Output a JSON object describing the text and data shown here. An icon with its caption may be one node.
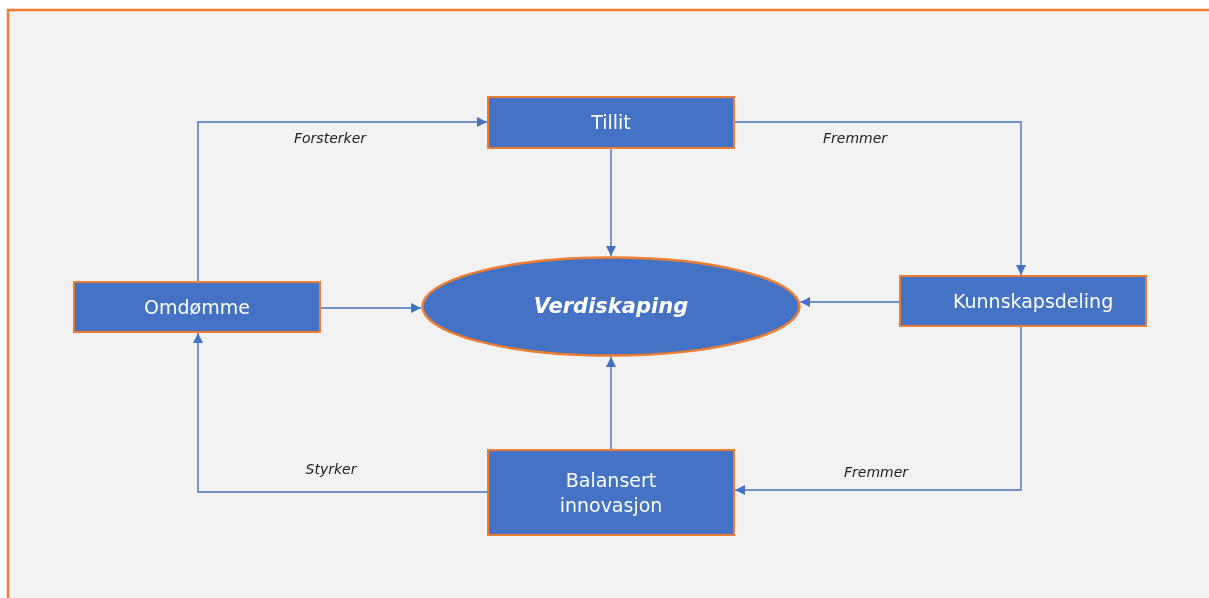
{
  "diagram": {
    "nodes": [
      {
        "text": [
          "Tillit"
        ]
      },
      {
        "text": [
          "Omdømme"
        ]
      },
      {
        "text": [
          "Verdiskaping"
        ]
      },
      {
        "text": [
          "Kunnskapsdeling"
        ]
      },
      {
        "text": [
          "Balansert innovasjon"
        ]
      }
    ],
    "edges": [
      {
        "from": 1,
        "to": 0,
        "arrow": "to",
        "label": "Forsterker"
      },
      {
        "from": 0,
        "to": 3,
        "arrow": "to",
        "label": "Fremmer"
      },
      {
        "from": 0,
        "to": 2,
        "arrow": "to"
      },
      {
        "from": 1,
        "to": 2,
        "arrow": "to"
      },
      {
        "from": 3,
        "to": 2,
        "arrow": "to"
      },
      {
        "from": 4,
        "to": 2,
        "arrow": "to"
      },
      {
        "from": 3,
        "to": 4,
        "arrow": "to",
        "label": "Fremmer"
      },
      {
        "from": 4,
        "to": 1,
        "arrow": "to",
        "label": "Styrker"
      }
    ]
  }
}
